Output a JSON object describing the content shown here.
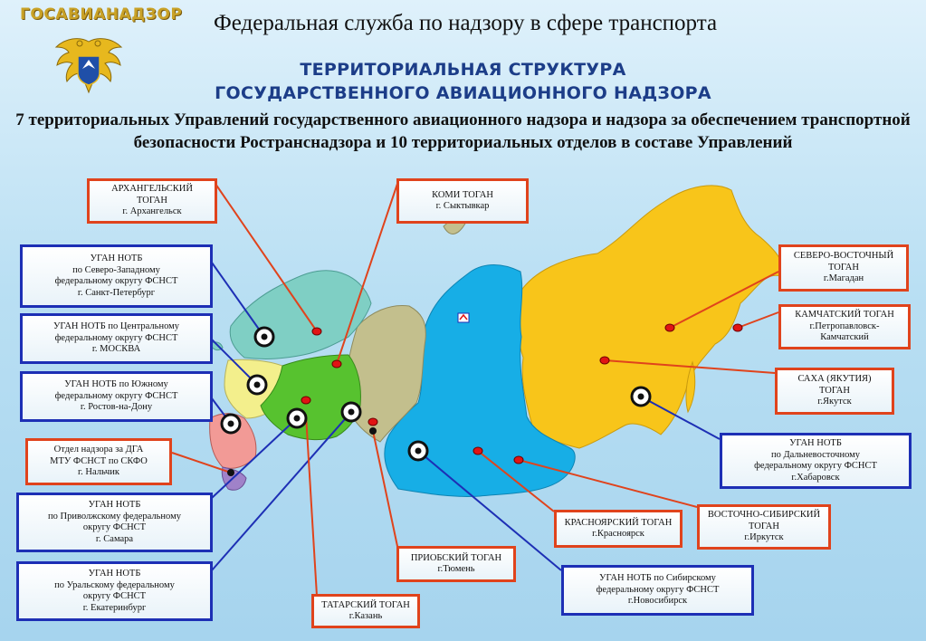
{
  "header": {
    "logo_text": "ГОСАВИАНАДЗОР",
    "agency": "Федеральная служба по надзору в сфере транспорта",
    "title_line1": "ТЕРРИТОРИАЛЬНАЯ СТРУКТУРА",
    "title_line2": "ГОСУДАРСТВЕННОГО АВИАЦИОННОГО НАДЗОРА",
    "subtitle": "7 территориальных Управлений государственного авиационного надзора и надзора за обеспечением транспортной безопасности Ространснадзора и 10 территориальных отделов в составе Управлений"
  },
  "colors": {
    "red_border": "#e0431c",
    "blue_border": "#1d2fb5",
    "title_blue": "#1c3d88",
    "far_east": "#f8c51a",
    "siberia": "#17aee6",
    "ural": "#c3bf8d",
    "volga": "#57c22f",
    "northwest": "#7fcfc4",
    "central": "#f3ef8c",
    "south": "#f29a96",
    "caucasus": "#a082c9"
  },
  "labels": {
    "arkhangelsk": {
      "title": "АРХАНГЕЛЬСКИЙ ТОГАН",
      "city": "г. Архангельск"
    },
    "komi": {
      "title": "КОМИ ТОГАН",
      "city": "г. Сыктывкар"
    },
    "ugan_northwest": {
      "l1": "УГАН НОТБ",
      "l2": "по Северо-Западному",
      "l3": "федеральному округу ФСНСТ",
      "l4": "г. Санкт-Петербург"
    },
    "ugan_central": {
      "l1": "УГАН НОТБ по Центральному",
      "l2": "федеральному округу ФСНСТ",
      "l3": "г. МОСКВА"
    },
    "ugan_south": {
      "l1": "УГАН НОТБ по Южному",
      "l2": "федеральному округу ФСНСТ",
      "l3": "г. Ростов-на-Дону"
    },
    "dga": {
      "l1": "Отдел надзора за ДГА",
      "l2": "МТУ ФСНСТ по СКФО",
      "l3": "г. Нальчик"
    },
    "ugan_volga": {
      "l1": "УГАН НОТБ",
      "l2": "по Приволжскому федеральному",
      "l3": "округу ФСНСТ",
      "l4": "г. Самара"
    },
    "ugan_ural": {
      "l1": "УГАН НОТБ",
      "l2": "по Уральскому федеральному",
      "l3": "округу ФСНСТ",
      "l4": "г. Екатеринбург"
    },
    "tatar": {
      "title": "ТАТАРСКИЙ ТОГАН",
      "city": "г.Казань"
    },
    "priob": {
      "title": "ПРИОБСКИЙ ТОГАН",
      "city": "г.Тюмень"
    },
    "ugan_siberia": {
      "l1": "УГАН НОТБ по Сибирскому",
      "l2": "федеральному округу ФСНСТ",
      "l3": "г.Новосибирск"
    },
    "krasnoyarsk": {
      "title": "КРАСНОЯРСКИЙ ТОГАН",
      "city": "г.Красноярск"
    },
    "east_siberia": {
      "l1": "ВОСТОЧНО-СИБИРСКИЙ",
      "l2": "ТОГАН",
      "l3": "г.Иркутск"
    },
    "ugan_fareast": {
      "l1": "УГАН НОТБ",
      "l2": "по Дальневосточному",
      "l3": "федеральному округу ФСНСТ",
      "l4": "г.Хабаровск"
    },
    "sakha": {
      "l1": "САХА (ЯКУТИЯ)",
      "l2": "ТОГАН",
      "l3": "г.Якутск"
    },
    "kamchatka": {
      "l1": "КАМЧАТСКИЙ ТОГАН",
      "l2": "г.Петропавловск-",
      "l3": "Камчатский"
    },
    "northeast": {
      "l1": "СЕВЕРО-ВОСТОЧНЫЙ",
      "l2": "ТОГАН",
      "l3": "г.Магадан"
    }
  }
}
